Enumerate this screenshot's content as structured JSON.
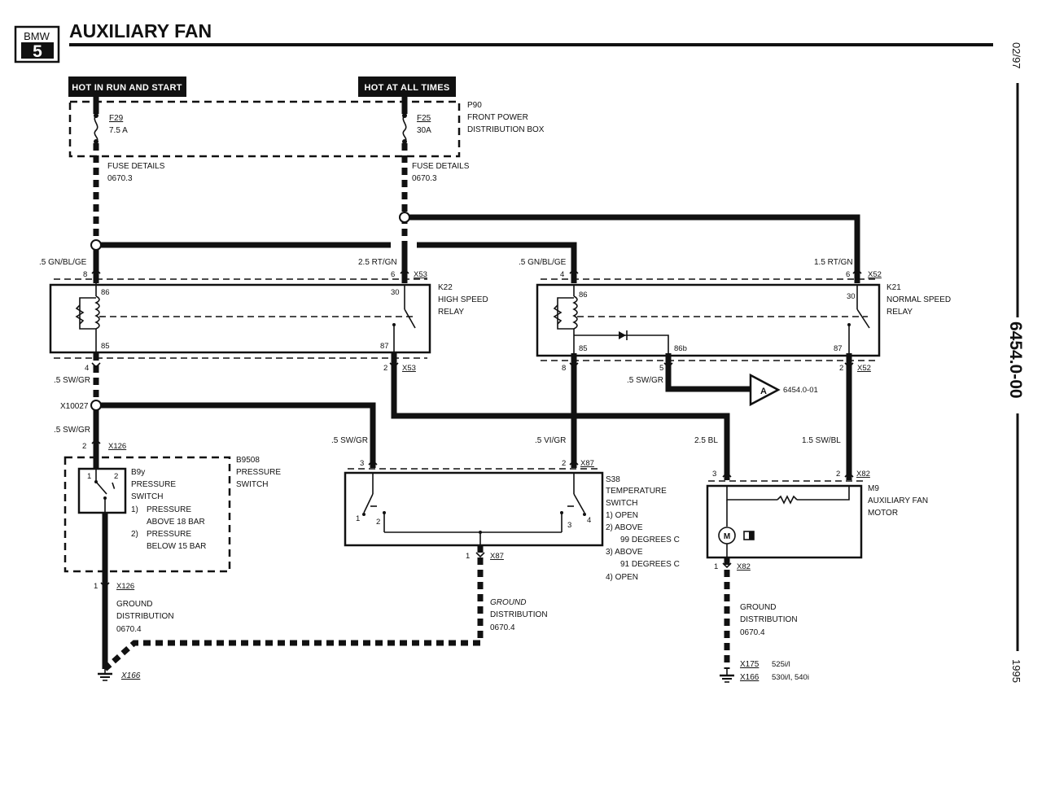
{
  "header": {
    "logo_top": "BMW",
    "logo_num": "5",
    "title": "AUXILIARY FAN"
  },
  "side": {
    "date": "02/97",
    "code": "6454.0-00",
    "year": "1995"
  },
  "power": {
    "hot_run_start": "HOT IN RUN AND START",
    "hot_all_times": "HOT AT ALL TIMES",
    "box_id": "P90",
    "box_name_1": "FRONT POWER",
    "box_name_2": "DISTRIBUTION BOX",
    "fuse1_id": "F29",
    "fuse1_rating": "7.5 A",
    "fuse2_id": "F25",
    "fuse2_rating": "30A",
    "fuse_details": "FUSE DETAILS",
    "fuse_ref": "0670.3"
  },
  "wires": {
    "w_gn_bl_ge_left": ".5 GN/BL/GE",
    "w_rt_gn_25": "2.5 RT/GN",
    "w_gn_bl_ge_right": ".5 GN/BL/GE",
    "w_rt_gn_15": "1.5 RT/GN",
    "w_sw_gr_1": ".5 SW/GR",
    "w_sw_gr_2": ".5 SW/GR",
    "w_sw_gr_3": ".5 SW/GR",
    "w_sw_gr_4": ".5 SW/GR",
    "w_vi_gr": ".5 VI/GR",
    "w_bl": "2.5 BL",
    "w_sw_bl": "1.5 SW/BL"
  },
  "relay_k22": {
    "id": "K22",
    "name_1": "HIGH SPEED",
    "name_2": "RELAY",
    "pin_86": "86",
    "pin_85": "85",
    "pin_30": "30",
    "pin_87": "87",
    "conn_in": "X53",
    "conn_out": "X53",
    "pin_8": "8",
    "pin_6": "6",
    "pin_4": "4",
    "pin_2": "2"
  },
  "relay_k21": {
    "id": "K21",
    "name_1": "NORMAL SPEED",
    "name_2": "RELAY",
    "pin_86": "86",
    "pin_85": "85",
    "pin_86b": "86b",
    "pin_30": "30",
    "pin_87": "87",
    "conn_in": "X52",
    "conn_out": "X52",
    "pin_4": "4",
    "pin_6": "6",
    "pin_8": "8",
    "pin_5": "5",
    "pin_2": "2"
  },
  "splice": {
    "id": "X10027"
  },
  "ref_a": {
    "letter": "A",
    "ref": "6454.0-01"
  },
  "pressure": {
    "assembly_id": "B9508",
    "assembly_name_1": "PRESSURE",
    "assembly_name_2": "SWITCH",
    "switch_id": "B9y",
    "switch_name_1": "PRESSURE",
    "switch_name_2": "SWITCH",
    "note_1_num": "1)",
    "note_1_a": "PRESSURE",
    "note_1_b": "ABOVE 18 BAR",
    "note_2_num": "2)",
    "note_2_a": "PRESSURE",
    "note_2_b": "BELOW 15 BAR",
    "conn": "X126",
    "conn_bottom": "X126",
    "pin_2": "2",
    "pin_1": "1",
    "sw_pin_1": "1",
    "sw_pin_2": "2"
  },
  "temp": {
    "id": "S38",
    "name_1": "TEMPERATURE",
    "name_2": "SWITCH",
    "note_1": "1)  OPEN",
    "note_2a": "2)  ABOVE",
    "note_2b": "99 DEGREES C",
    "note_3a": "3)  ABOVE",
    "note_3b": "91 DEGREES C",
    "note_4": "4)  OPEN",
    "conn": "X87",
    "conn_bottom": "X87",
    "pin_3": "3",
    "pin_2": "2",
    "pin_1": "1",
    "sw_1": "1",
    "sw_2": "2",
    "sw_3": "3",
    "sw_4": "4"
  },
  "motor": {
    "id": "M9",
    "name_1": "AUXILIARY FAN",
    "name_2": "MOTOR",
    "symbol": "M",
    "conn": "X82",
    "conn_bottom": "X82",
    "pin_3": "3",
    "pin_2": "2",
    "pin_1": "1"
  },
  "ground": {
    "label_1": "GROUND",
    "label_2": "DISTRIBUTION",
    "ref": "0670.4",
    "left_ground": "X166",
    "right_g1": "X175",
    "right_g1_models": "525i/l",
    "right_g2": "X166",
    "right_g2_models": "530i/l, 540i"
  }
}
